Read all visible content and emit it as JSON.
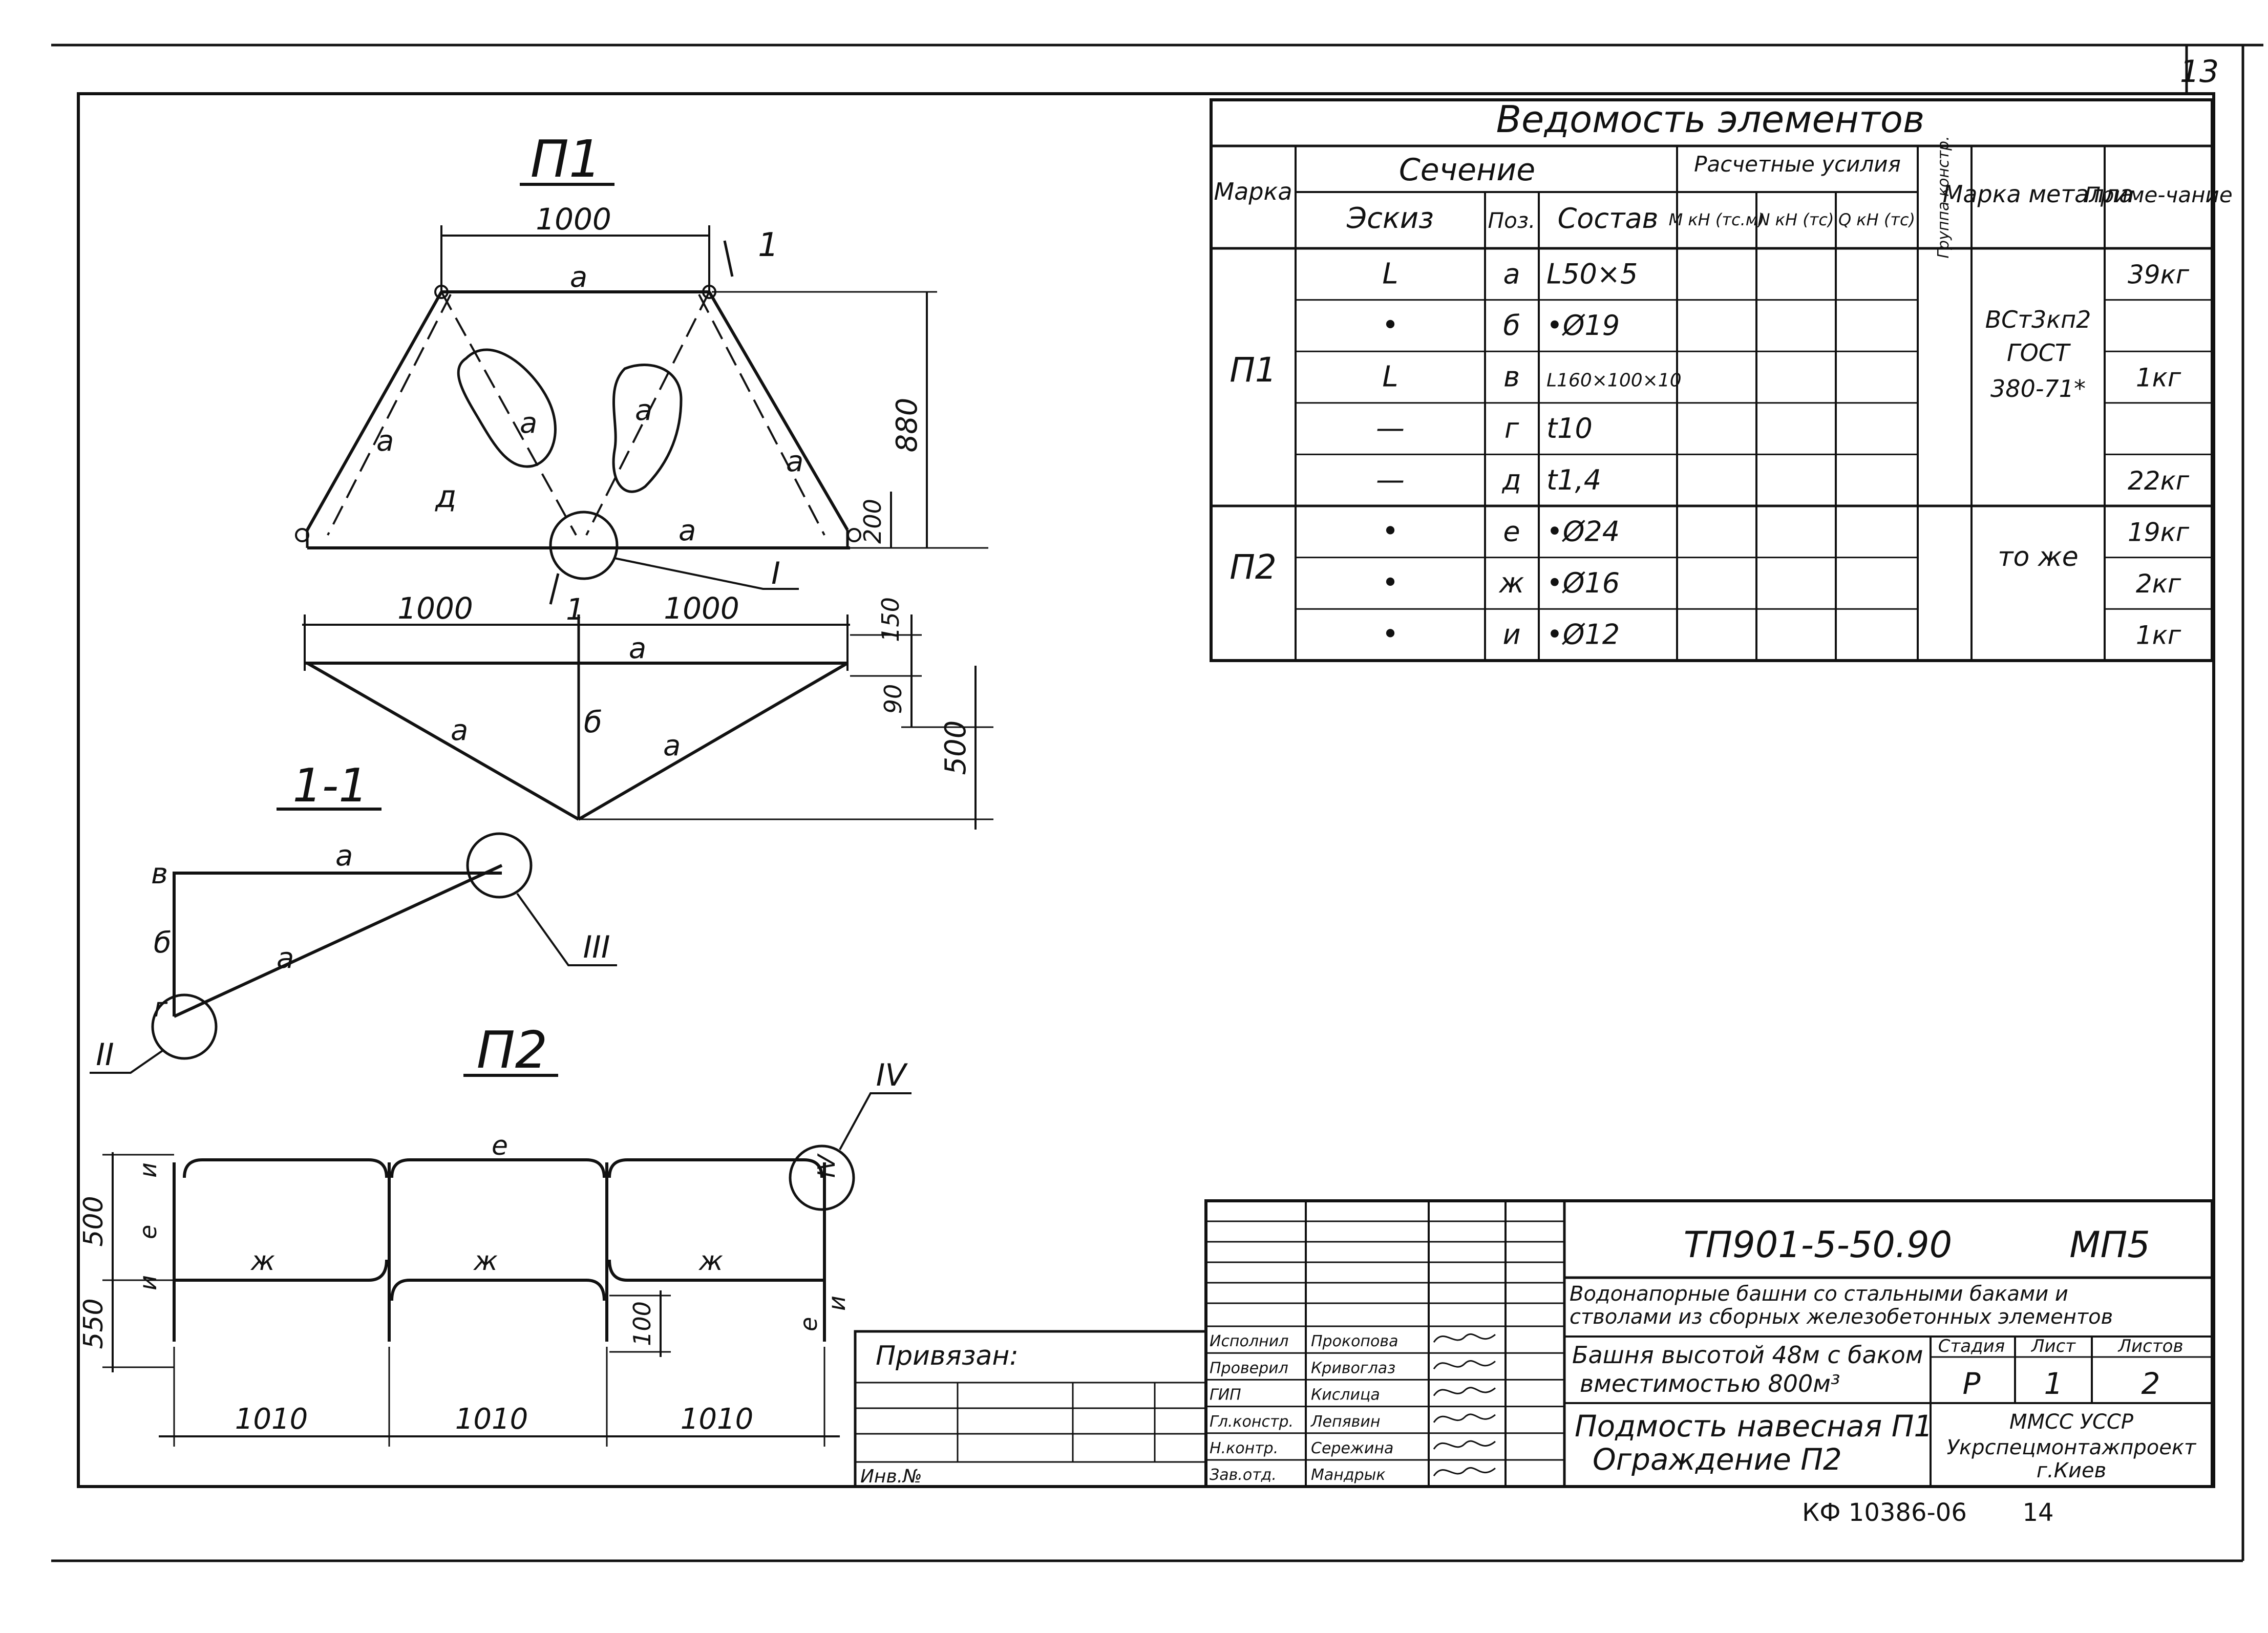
{
  "page_number": "13",
  "views": {
    "p1_title": "П1",
    "p2_title": "П2",
    "section_title": "1-1",
    "section_mark": "1"
  },
  "callouts": {
    "c1": "I",
    "c2": "II",
    "c3": "III",
    "c4": "IV"
  },
  "dimensions": {
    "p1_top": "1000",
    "p1_height": "880",
    "p1_leg": "200",
    "plan_left": "1000",
    "plan_right": "1000",
    "plan_150": "150",
    "plan_90": "90",
    "plan_500": "500",
    "p2_h1": "500",
    "p2_h2": "550",
    "p2_100": "100",
    "p2_w1": "1010",
    "p2_w2": "1010",
    "p2_w3": "1010"
  },
  "positions": {
    "a": "а",
    "b": "б",
    "v": "в",
    "g": "г",
    "d": "д",
    "e": "е",
    "zh": "ж",
    "i": "и"
  },
  "schedule": {
    "title": "Ведомость элементов",
    "headers": {
      "mark": "Марка",
      "section": "Сечение",
      "sketch": "Эскиз",
      "pos": "Поз.",
      "composition": "Состав",
      "forces": "Расчетные усилия",
      "m": "М кН (тс.м)",
      "n": "N кН (тс)",
      "q": "Q кН (тс)",
      "group": "Группа констр.",
      "metal": "Марка металла",
      "note": "Приме-чание"
    },
    "marks": [
      "П1",
      "П2"
    ],
    "rows": [
      {
        "sketch": "L",
        "pos": "а",
        "comp": "L50×5",
        "note": "39кг"
      },
      {
        "sketch": "•",
        "pos": "б",
        "comp": "•Ø19",
        "note": ""
      },
      {
        "sketch": "L",
        "pos": "в",
        "comp": "L160×100×10",
        "note": "1кг"
      },
      {
        "sketch": "—",
        "pos": "г",
        "comp": "t10",
        "note": ""
      },
      {
        "sketch": "—",
        "pos": "д",
        "comp": "t1,4",
        "note": "22кг"
      },
      {
        "sketch": "•",
        "pos": "е",
        "comp": "•Ø24",
        "note": "19кг"
      },
      {
        "sketch": "•",
        "pos": "ж",
        "comp": "•Ø16",
        "note": "2кг"
      },
      {
        "sketch": "•",
        "pos": "и",
        "comp": "•Ø12",
        "note": "1кг"
      }
    ],
    "metal_p1": [
      "ВСт3кп2",
      "ГОСТ",
      "380-71*"
    ],
    "metal_p2": "то же"
  },
  "title_block": {
    "code": "ТП901-5-50.90",
    "sheet_mark": "МП5",
    "project": [
      "Водонапорные башни со стальными баками и",
      "стволами из сборных железобетонных элементов"
    ],
    "building": [
      "Башня высотой 48м с баком",
      "вместимостью 800м³"
    ],
    "drawing": [
      "Подмость навесная П1",
      "Ограждение П2"
    ],
    "stage_label": "Стадия",
    "sheet_label": "Лист",
    "sheets_label": "Листов",
    "stage": "Р",
    "sheet": "1",
    "sheets": "2",
    "org": [
      "ММСС УССР",
      "Укрспецмонтажпроект",
      "г.Киев"
    ],
    "attached": "Привязан:",
    "inv": "Инв.№",
    "staff": [
      {
        "role": "Исполнил",
        "name": "Прокопова"
      },
      {
        "role": "Проверил",
        "name": "Кривоглаз"
      },
      {
        "role": "ГИП",
        "name": "Кислица"
      },
      {
        "role": "Гл.констр.",
        "name": "Лепявин"
      },
      {
        "role": "Н.контр.",
        "name": "Сережина"
      },
      {
        "role": "Зав.отд.",
        "name": "Мандрык"
      }
    ]
  },
  "footer_code": "КФ 10386-06",
  "footer_num": "14"
}
